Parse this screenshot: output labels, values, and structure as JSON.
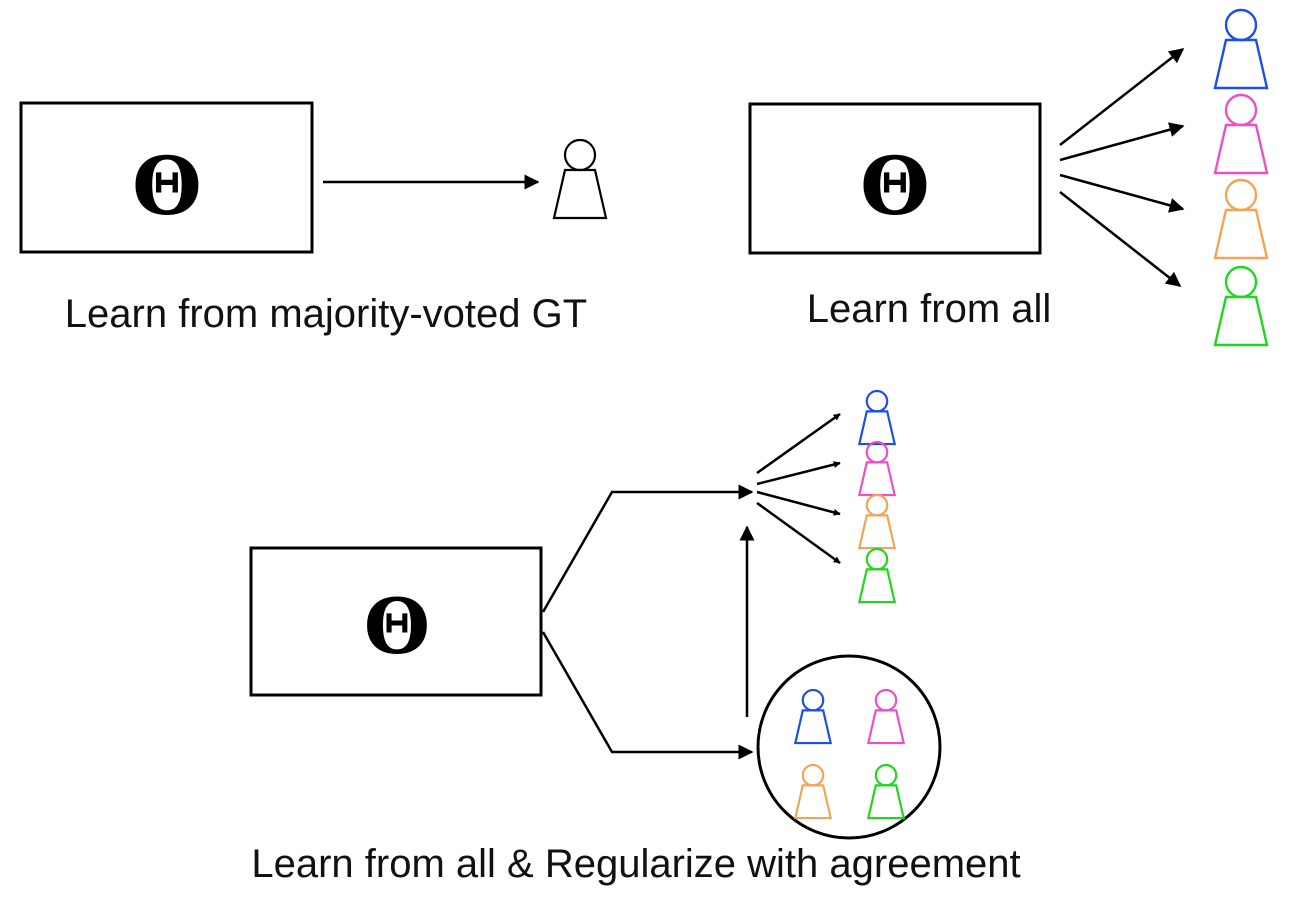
{
  "symbols": {
    "model": "Θ"
  },
  "captions": {
    "majority": "Learn from majority-voted GT",
    "all": "Learn from all",
    "regularize": "Learn from all & Regularize with agreement"
  },
  "colors": {
    "single_annotator": "#000000",
    "annotators": [
      "#1d4ee8",
      "#ee4fc4",
      "#f2a457",
      "#22d61f"
    ]
  }
}
